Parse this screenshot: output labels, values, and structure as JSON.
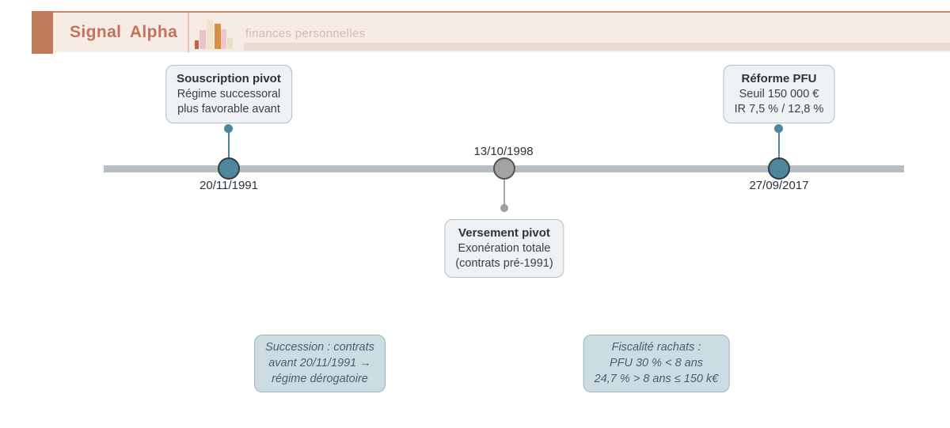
{
  "header": {
    "brand": "Signal Alpha",
    "subtitle": "finances personnelles",
    "logo_icon": "bar-chart-icon"
  },
  "timeline": {
    "events": [
      {
        "date": "20/11/1991",
        "title": "Souscription pivot",
        "lines": [
          "Régime successoral",
          "plus favorable avant"
        ],
        "marker_color": "#4e879d",
        "callout_side": "above"
      },
      {
        "date": "13/10/1998",
        "title": "Versement pivot",
        "lines": [
          "Exonération totale",
          "(contrats pré-1991)"
        ],
        "marker_color": "#9f9f9f",
        "callout_side": "below"
      },
      {
        "date": "27/09/2017",
        "title": "Réforme PFU",
        "lines": [
          "Seuil 150 000 €",
          "IR 7,5 % / 12,8 %"
        ],
        "marker_color": "#4e879d",
        "callout_side": "above"
      }
    ]
  },
  "notes": [
    {
      "lines": [
        "Succession : contrats",
        "avant 20/11/1991 →",
        "régime dérogatoire"
      ]
    },
    {
      "lines": [
        "Fiscalité rachats :",
        "PFU 30 % < 8 ans",
        "24,7 % > 8 ans ≤ 150 k€"
      ]
    }
  ],
  "colors": {
    "accent_terracotta": "#c0755a",
    "header_bg": "#f7ebe5",
    "header_square": "#c07b5b",
    "subtitle_text": "#d2bcb0",
    "timeline_bar": "#b7bdc4",
    "node_teal": "#4e879d",
    "node_gray": "#9f9f9f",
    "callout_bg": "#eff2f4",
    "callout_border": "#b5bcc2",
    "note_bg": "#ccdce3",
    "note_border": "#9fb3bc",
    "note_text": "#47626e"
  }
}
